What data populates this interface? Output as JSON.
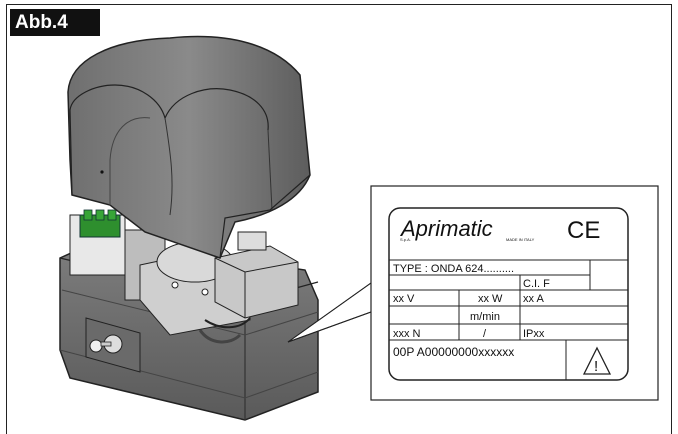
{
  "figure": {
    "label": "Abb.4"
  },
  "nameplate": {
    "brand": "Aprimatic",
    "brand_sub_left": "S.p.A.",
    "brand_sub_right": "MADE IN ITALY",
    "ce_mark": "CE",
    "type": "TYPE :  ONDA 624..........",
    "cif": "C.I. F",
    "volts": "xx V",
    "watts": "xx W",
    "amps": "xx A",
    "speed": "m/min",
    "force": "xxx N",
    "slash": "/",
    "ip": "IPxx",
    "serial": "00P  A00000000xxxxxx",
    "warning_symbol": "!"
  }
}
